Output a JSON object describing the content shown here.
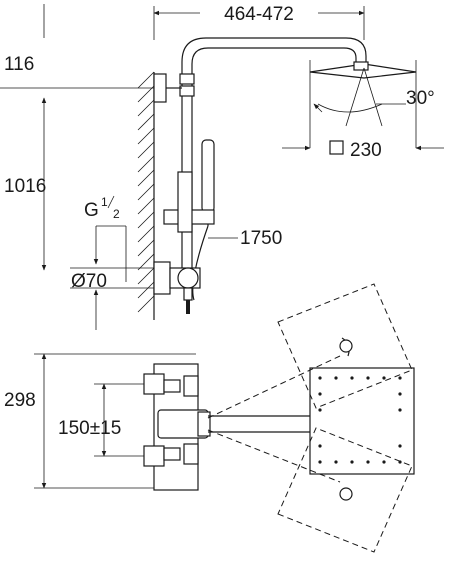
{
  "dimensions": {
    "arm_reach": "464-472",
    "top_offset": "116",
    "height": "1016",
    "thread": "G",
    "thread_num": "1",
    "thread_den": "2",
    "diameter": "Ø70",
    "hose": "1750",
    "angle": "30°",
    "head_size": "230",
    "mount_height": "298",
    "spacing": "150±15"
  }
}
